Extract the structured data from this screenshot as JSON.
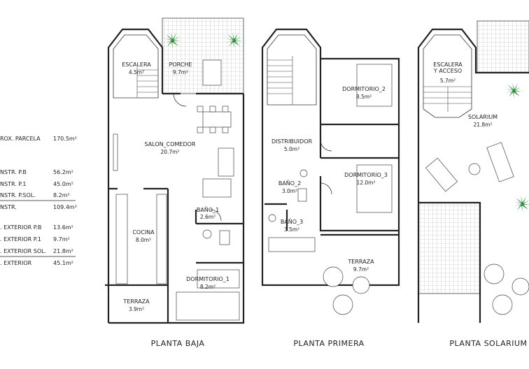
{
  "summary": {
    "rows": [
      {
        "label": "ROX. PARCELA",
        "value": "170.5m²"
      },
      {
        "label": "NSTR. P.B",
        "value": "56.2m²"
      },
      {
        "label": "NSTR. P.1",
        "value": "45.0m²"
      },
      {
        "label": "NSTR. P.SOL.",
        "value": "8.2m²"
      },
      {
        "label": "NSTR.",
        "value": "109.4m²"
      },
      {
        "label": ". EXTERIOR P.B",
        "value": "13.6m²"
      },
      {
        "label": ". EXTERIOR P.1",
        "value": "9.7m²"
      },
      {
        "label": ". EXTERIOR SOL.",
        "value": "21.8m²"
      },
      {
        "label": ". EXTERIOR",
        "value": "45.1m²"
      }
    ]
  },
  "plans": {
    "baja": {
      "title": "PLANTA BAJA",
      "rooms": {
        "escalera": {
          "name": "ESCALERA",
          "area": "4.5m²"
        },
        "porche": {
          "name": "PORCHE",
          "area": "9.7m²"
        },
        "salon": {
          "name": "SALON_COMEDOR",
          "area": "20.7m²"
        },
        "bano1": {
          "name": "BAÑO_1",
          "area": "2.6m²"
        },
        "cocina": {
          "name": "COCINA",
          "area": "8.0m²"
        },
        "dormitorio1": {
          "name": "DORMITORIO_1",
          "area": "8.2m²"
        },
        "terraza": {
          "name": "TERRAZA",
          "area": "3.9m²"
        }
      }
    },
    "primera": {
      "title": "PLANTA PRIMERA",
      "rooms": {
        "distribuidor": {
          "name": "DISTRIBUIDOR",
          "area": "5.0m²"
        },
        "dormitorio2": {
          "name": "DORMITORIO_2",
          "area": "8.5m²"
        },
        "dormitorio3": {
          "name": "DORMITORIO_3",
          "area": "12.0m²"
        },
        "bano2": {
          "name": "BAÑO_2",
          "area": "3.0m²"
        },
        "bano3": {
          "name": "BAÑO_3",
          "area": "3.5m²"
        },
        "terraza": {
          "name": "TERRAZA",
          "area": "9.7m²"
        }
      }
    },
    "solarium": {
      "title": "PLANTA SOLARIUM",
      "rooms": {
        "escalera_line1": "ESCALERA",
        "escalera_line2": "Y ACCESO",
        "escalera_area": "5.7m²",
        "solarium": {
          "name": "SOLARIUM",
          "area": "21.8m²"
        }
      }
    }
  },
  "colors": {
    "plant": "#1f8a2e",
    "wall": "#222222",
    "tile": "#bdbdbd"
  }
}
